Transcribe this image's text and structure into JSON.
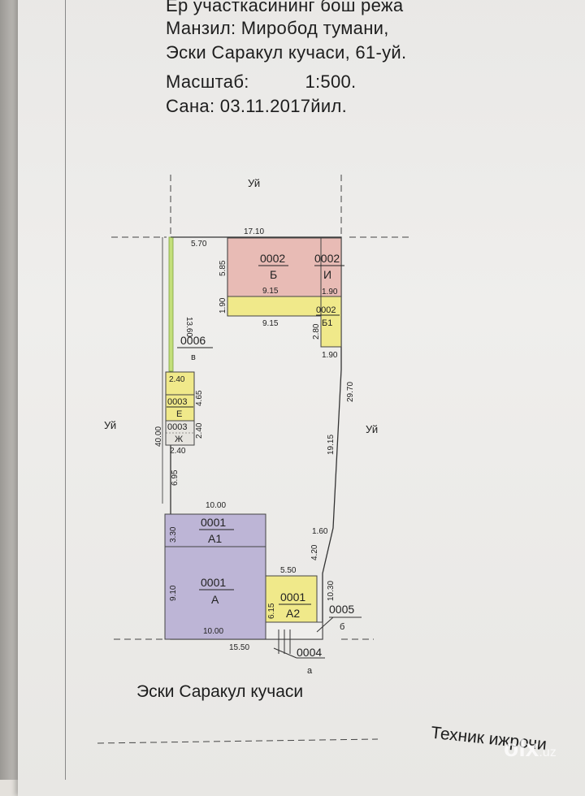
{
  "header": {
    "line1": "Ер участкасининг бош режа",
    "line2": "Манзил: Миробод тумани,",
    "line3": "Эски Саракул кучаси, 61-уй.",
    "scale_label": "Масштаб:",
    "scale_value": "1:500.",
    "date_label": "Сана:",
    "date_value": "03.11.2017йил."
  },
  "sides": {
    "top": "Уй",
    "left": "Уй",
    "right": "Уй"
  },
  "buildings": {
    "b": {
      "num": "0002",
      "letter": "Б"
    },
    "i": {
      "num": "0002",
      "letter": "И"
    },
    "b1": {
      "num": "0002",
      "letter": "Б1"
    },
    "v": {
      "num": "0006",
      "letter": "в"
    },
    "e": {
      "num": "0003",
      "letter": "Е"
    },
    "zh": {
      "num": "0003",
      "letter": "Ж"
    },
    "a1": {
      "num": "0001",
      "letter": "А1"
    },
    "a": {
      "num": "0001",
      "letter": "А"
    },
    "a2": {
      "num": "0001",
      "letter": "А2"
    },
    "b_small": {
      "num": "0005",
      "letter": "б"
    },
    "a_small": {
      "num": "0004",
      "letter": "а"
    }
  },
  "dims": {
    "top_17_10": "17.10",
    "top_5_70": "5.70",
    "v_5_85": "5.85",
    "b_9_15_in": "9.15",
    "i_1_90": "1.90",
    "v_1_90_left": "1.90",
    "b_9_15_below": "9.15",
    "v_2_80": "2.80",
    "b1_1_90": "1.90",
    "left_13_60": "13.60",
    "e_2_40_top": "2.40",
    "e_4_65": "4.65",
    "zh_2_40_side": "2.40",
    "zh_2_40_bottom": "2.40",
    "left_40_00": "40.00",
    "left_6_95": "6.95",
    "right_29_70": "29.70",
    "right_19_15": "19.15",
    "right_1_60": "1.60",
    "a1_10_00": "10.00",
    "a1_3_30": "3.30",
    "a_9_10": "9.10",
    "a_10_00_bottom": "10.00",
    "a2_4_20": "4.20",
    "a2_5_50": "5.50",
    "a2_10_30": "10.30",
    "a2_6_15": "6.15",
    "bottom_15_50": "15.50"
  },
  "street": "Эски Саракул кучаси",
  "footer": "Техник ижрочи",
  "watermark": {
    "logo": "olx",
    "suffix": ".uz"
  },
  "colors": {
    "red_fill": "#e7b9b4",
    "yellow_fill": "#f0e98a",
    "purple_fill": "#bdb5d6",
    "green_line": "#9cc35a"
  }
}
